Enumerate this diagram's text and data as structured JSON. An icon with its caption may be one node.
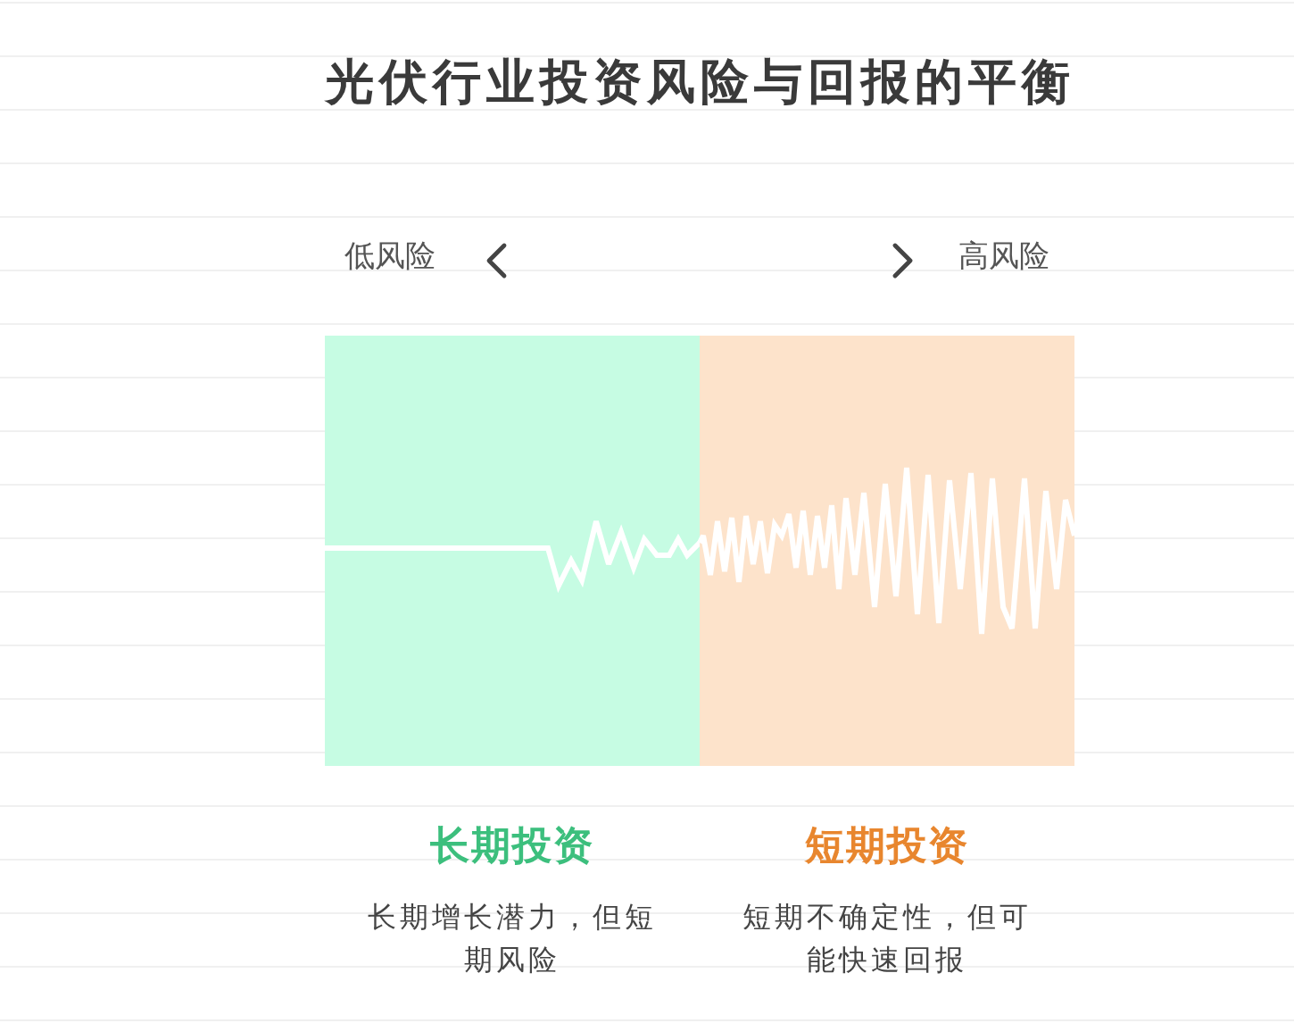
{
  "diagram": {
    "title": "光伏行业投资风险与回报的平衡",
    "nodes": [
      {
        "text": [
          "长期投资",
          "长期增长潜力，但短期风险"
        ]
      },
      {
        "text": [
          "短期投资",
          "短期不确定性，但可能快速回报"
        ]
      }
    ],
    "labels": [
      "低风险",
      "高风险"
    ]
  }
}
